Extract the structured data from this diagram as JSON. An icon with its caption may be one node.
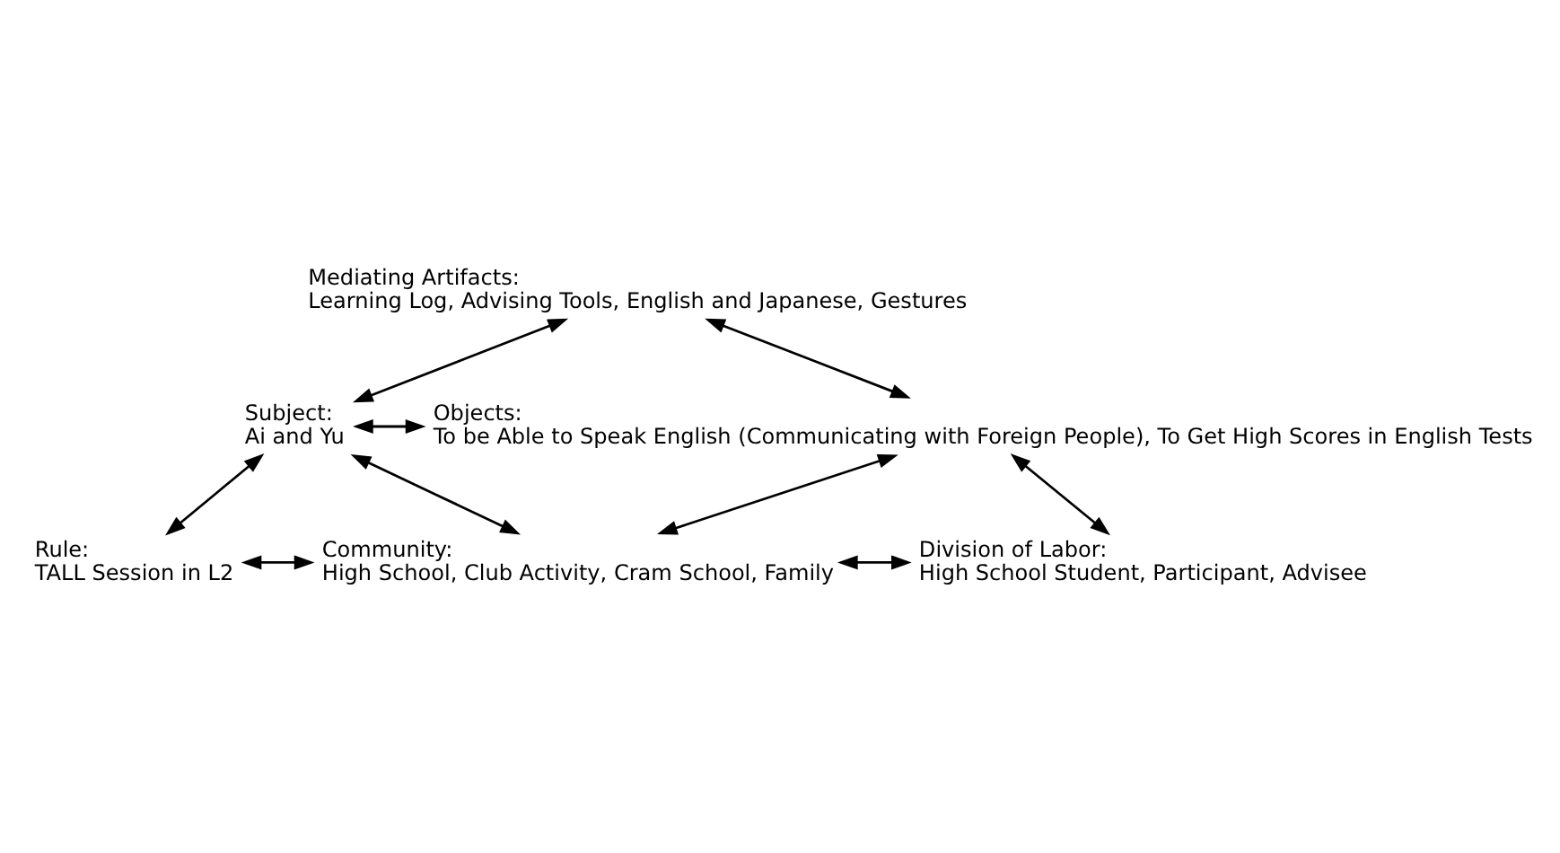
{
  "diagram": {
    "nodes": [
      {
        "text": [
          "Mediating Artifacts:",
          "Learning Log, Advising Tools, English and Japanese, Gestures"
        ]
      },
      {
        "text": [
          "Objects:",
          "To be Able to Speak English (Communicating with Foreign People), To Get High Scores in English Tests"
        ]
      },
      {
        "text": [
          "Subject:",
          "Ai and Yu"
        ]
      },
      {
        "text": [
          "Division of Labor:",
          "High School Student, Participant, Advisee"
        ]
      },
      {
        "text": [
          "Rule:",
          "TALL Session in L2"
        ]
      },
      {
        "text": [
          "Community:",
          "High School, Club Activity, Cram School, Family"
        ]
      }
    ],
    "edges": [
      {
        "from": 0,
        "to": 2,
        "arrow": "both"
      },
      {
        "from": 0,
        "to": 1,
        "arrow": "both"
      },
      {
        "from": 2,
        "to": 1,
        "arrow": "both"
      },
      {
        "from": 2,
        "to": 4,
        "arrow": "both"
      },
      {
        "from": 2,
        "to": 5,
        "arrow": "both"
      },
      {
        "from": 1,
        "to": 5,
        "arrow": "both"
      },
      {
        "from": 1,
        "to": 3,
        "arrow": "both"
      },
      {
        "from": 4,
        "to": 5,
        "arrow": "both"
      },
      {
        "from": 5,
        "to": 3,
        "arrow": "both"
      }
    ]
  }
}
